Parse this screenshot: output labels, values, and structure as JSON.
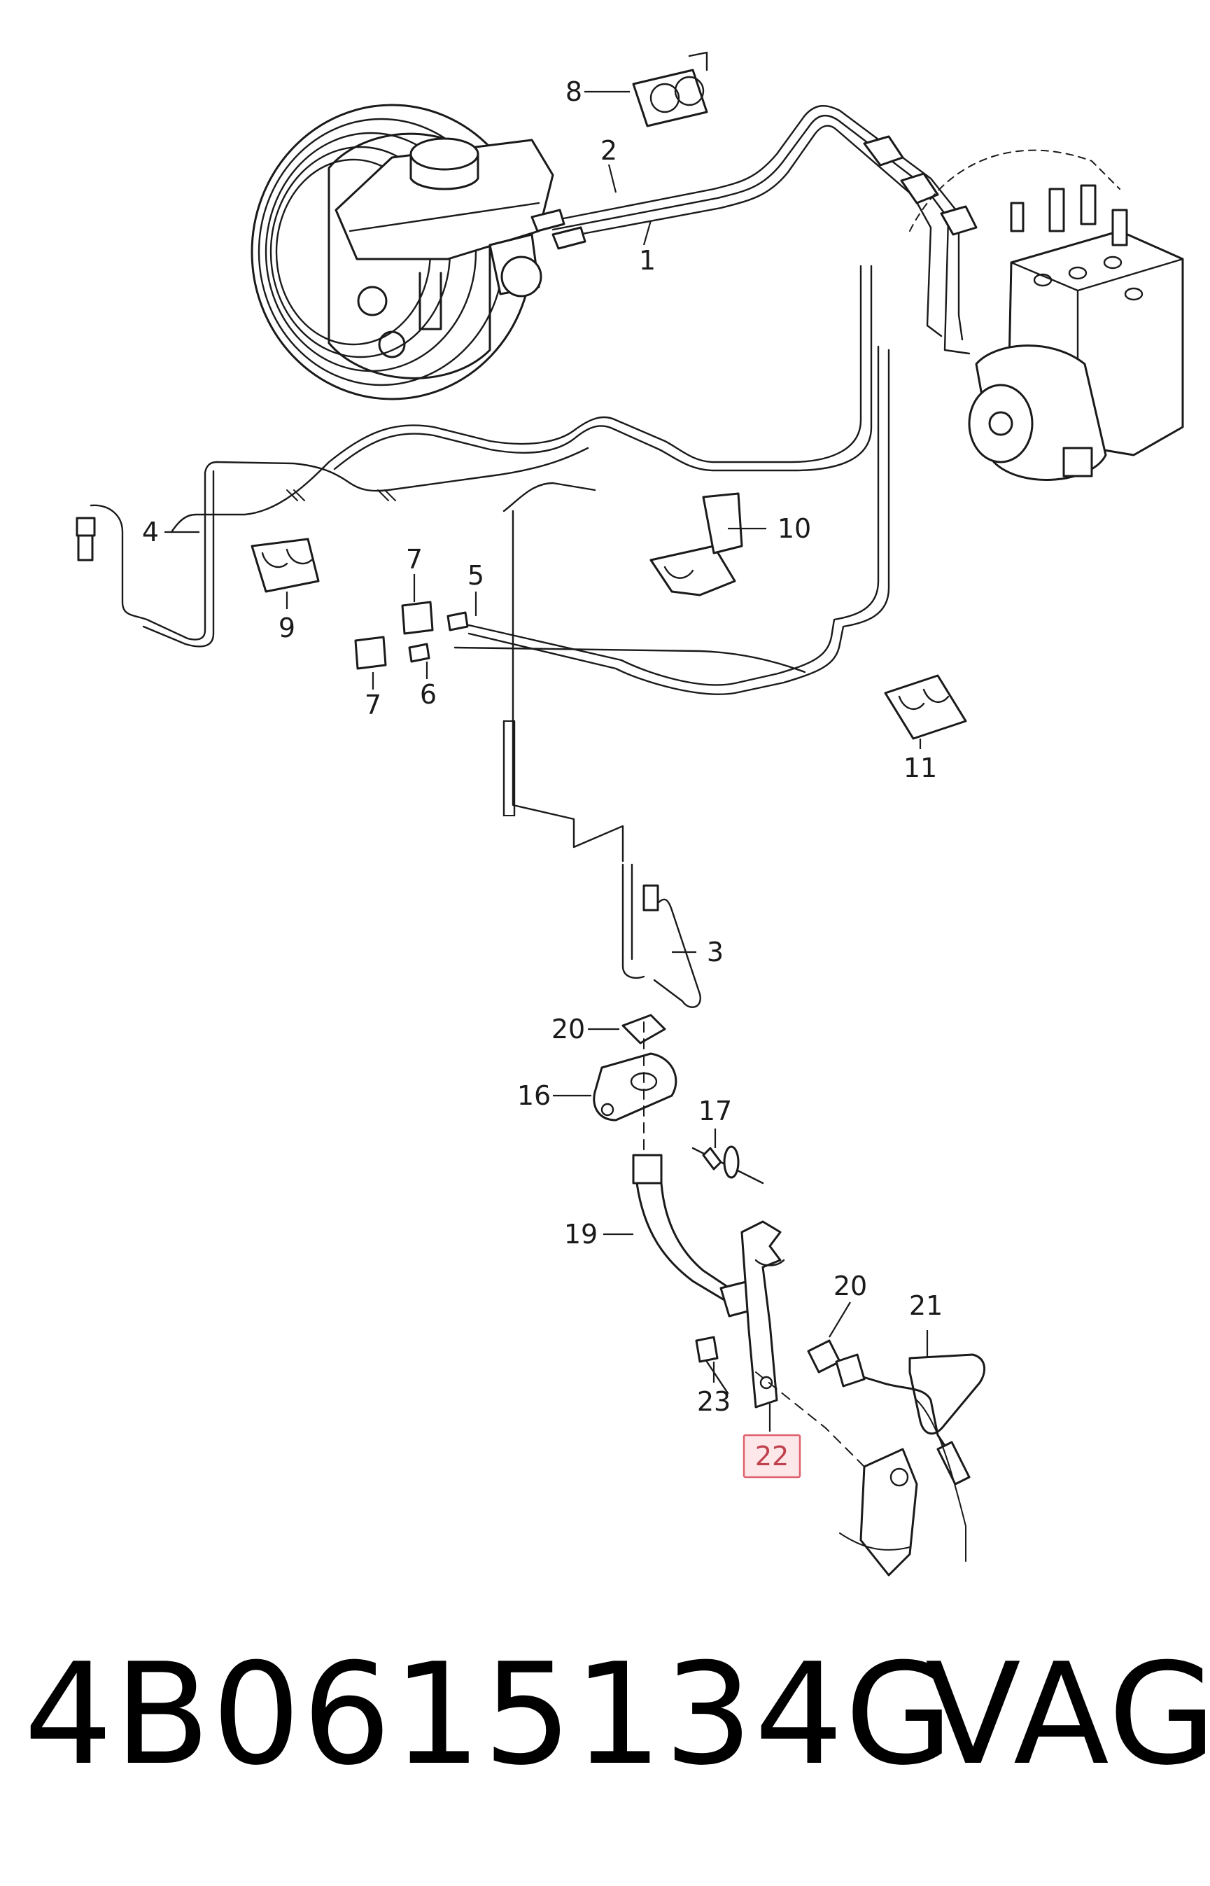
{
  "diagram": {
    "callouts": [
      {
        "id": "c1",
        "label": "1"
      },
      {
        "id": "c2",
        "label": "2"
      },
      {
        "id": "c3",
        "label": "3"
      },
      {
        "id": "c4",
        "label": "4"
      },
      {
        "id": "c5",
        "label": "5"
      },
      {
        "id": "c6",
        "label": "6"
      },
      {
        "id": "c7a",
        "label": "7"
      },
      {
        "id": "c7b",
        "label": "7"
      },
      {
        "id": "c8",
        "label": "8"
      },
      {
        "id": "c9",
        "label": "9"
      },
      {
        "id": "c10",
        "label": "10"
      },
      {
        "id": "c11",
        "label": "11"
      },
      {
        "id": "c16",
        "label": "16"
      },
      {
        "id": "c17",
        "label": "17"
      },
      {
        "id": "c19",
        "label": "19"
      },
      {
        "id": "c20a",
        "label": "20"
      },
      {
        "id": "c20b",
        "label": "20"
      },
      {
        "id": "c21",
        "label": "21"
      },
      {
        "id": "c22",
        "label": "22"
      },
      {
        "id": "c23",
        "label": "23"
      }
    ],
    "highlighted_callout": "22",
    "highlight_color": "#e0606e"
  },
  "footer": {
    "part_number": "4B0615134G",
    "brand": "VAG"
  }
}
